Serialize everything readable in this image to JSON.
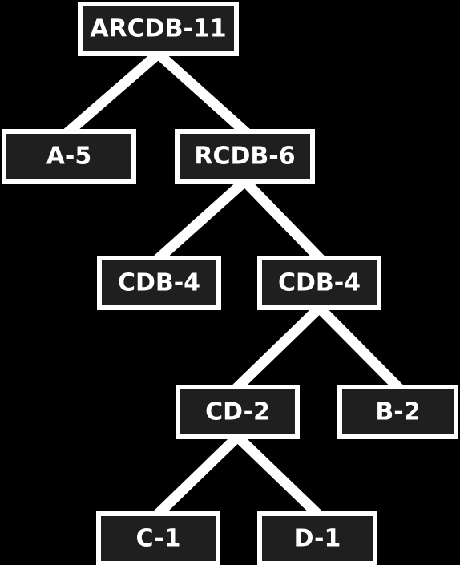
{
  "diagram": {
    "nodes": [
      {
        "id": "n_root",
        "label": "ARCDB-11"
      },
      {
        "id": "n_a",
        "label": "A-5"
      },
      {
        "id": "n_rcdb",
        "label": "RCDB-6"
      },
      {
        "id": "n_cdb_left",
        "label": "CDB-4"
      },
      {
        "id": "n_cdb_right",
        "label": "CDB-4"
      },
      {
        "id": "n_cd",
        "label": "CD-2"
      },
      {
        "id": "n_b",
        "label": "B-2"
      },
      {
        "id": "n_c",
        "label": "C-1"
      },
      {
        "id": "n_d",
        "label": "D-1"
      }
    ],
    "edges": [
      {
        "from": "n_root",
        "to": "n_a"
      },
      {
        "from": "n_root",
        "to": "n_rcdb"
      },
      {
        "from": "n_rcdb",
        "to": "n_cdb_left"
      },
      {
        "from": "n_rcdb",
        "to": "n_cdb_right"
      },
      {
        "from": "n_cdb_right",
        "to": "n_cd"
      },
      {
        "from": "n_cdb_right",
        "to": "n_b"
      },
      {
        "from": "n_cd",
        "to": "n_c"
      },
      {
        "from": "n_cd",
        "to": "n_d"
      }
    ]
  },
  "colors": {
    "background": "#000000",
    "node_fill": "#1f1f1f",
    "node_border": "#ffffff",
    "edge": "#ffffff",
    "text": "#ffffff"
  }
}
